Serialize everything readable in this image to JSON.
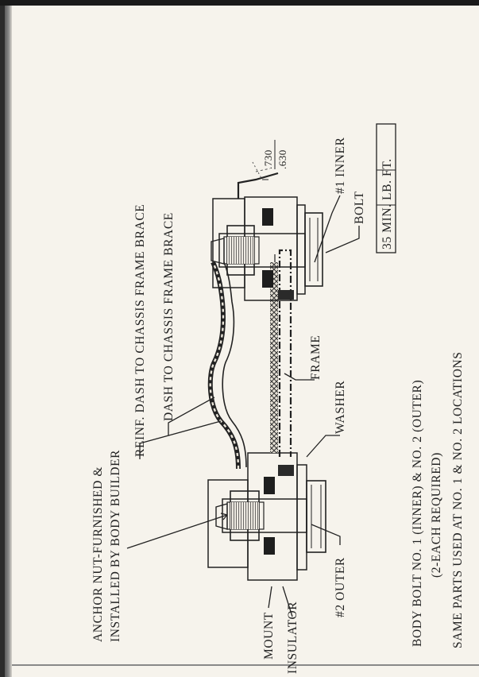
{
  "labels": {
    "anchor_nut_line1": "ANCHOR NUT-FURNISHED &",
    "anchor_nut_line2": "INSTALLED BY BODY BUILDER",
    "reinf_dash": "REINF. DASH TO CHASSIS FRAME BRACE",
    "dash_brace": "DASH TO CHASSIS FRAME BRACE",
    "dim_top": ".730",
    "dim_bottom": ".630",
    "inner": "#1 INNER",
    "bolt": "BOLT",
    "torque": "35 MIN. LB. FT.",
    "frame": "FRAME",
    "washer": "WASHER",
    "mount": "MOUNT",
    "insulator": "INSULATOR",
    "outer": "#2 OUTER",
    "caption_line1": "BODY BOLT NO. 1 (INNER) & NO. 2 (OUTER)",
    "caption_line2": "(2-EACH REQUIRED)",
    "caption_line3": "SAME PARTS USED AT NO. 1 & NO. 2 LOCATIONS"
  },
  "colors": {
    "ink": "#222222",
    "paper": "#f6f3ec"
  }
}
